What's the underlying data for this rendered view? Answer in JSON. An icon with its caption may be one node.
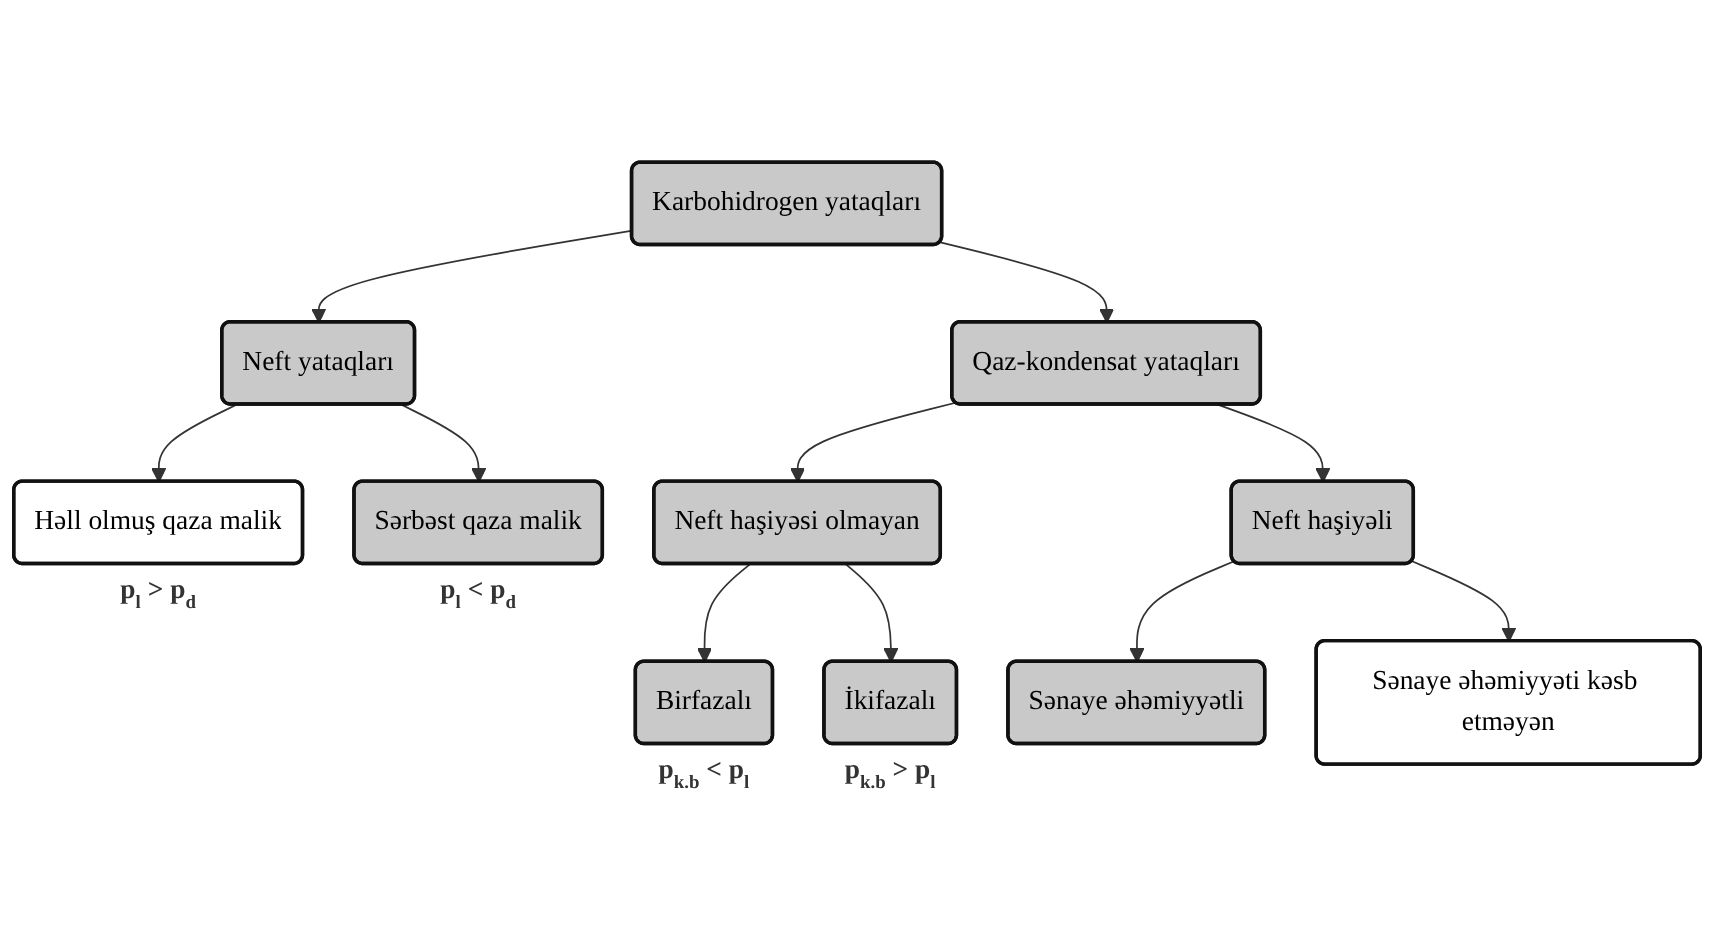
{
  "diagram": {
    "nodes": [
      {
        "text": [
          "Karbohidrogen yataqları"
        ]
      },
      {
        "text": [
          "Neft yataqları"
        ]
      },
      {
        "text": [
          "Qaz-kondensat yataqları"
        ]
      },
      {
        "text": [
          "Həll olmuş qaza malik"
        ],
        "beside": [
          "p$_{l}$ > p$_{d}$"
        ]
      },
      {
        "text": [
          "Sərbəst qaza malik"
        ],
        "beside": [
          "p$_{l}$ < p$_{d}$"
        ]
      },
      {
        "text": [
          "Neft haşiyəsi olmayan"
        ]
      },
      {
        "text": [
          "Neft haşiyəli"
        ]
      },
      {
        "text": [
          "Birfazalı"
        ],
        "beside": [
          "p$_{k.b}$ < p$_{l}$"
        ]
      },
      {
        "text": [
          "İkifazalı"
        ],
        "beside": [
          "p$_{k.b}$ > p$_{l}$"
        ]
      },
      {
        "text": [
          "Sənaye əhəmiyyətli"
        ]
      },
      {
        "text": [
          "Sənaye əhəmiyyəti kəsb etməyən"
        ]
      }
    ],
    "edges": [
      {
        "from": 0,
        "to": 1,
        "arrow": "to"
      },
      {
        "from": 0,
        "to": 2,
        "arrow": "to"
      },
      {
        "from": 1,
        "to": 3,
        "arrow": "to"
      },
      {
        "from": 1,
        "to": 4,
        "arrow": "to"
      },
      {
        "from": 2,
        "to": 5,
        "arrow": "to"
      },
      {
        "from": 2,
        "to": 6,
        "arrow": "to"
      },
      {
        "from": 5,
        "to": 7,
        "arrow": "to"
      },
      {
        "from": 5,
        "to": 8,
        "arrow": "to"
      },
      {
        "from": 6,
        "to": 9,
        "arrow": "to"
      },
      {
        "from": 6,
        "to": 10,
        "arrow": "to"
      }
    ]
  }
}
